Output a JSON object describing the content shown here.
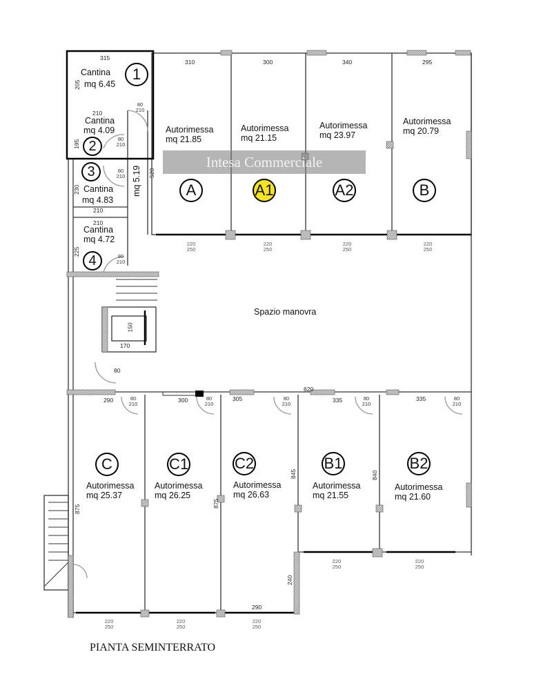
{
  "title": "PIANTA SEMINTERRATO",
  "watermark": "Intesa Commerciale",
  "maneuver_area": "Spazio manovra",
  "corridor_area": "mq 5.19",
  "highlight_color": "#f7e51c",
  "cantine": [
    {
      "num": "1",
      "label": "Cantina",
      "area": "mq 6.45",
      "w": "315",
      "h": "205"
    },
    {
      "num": "2",
      "label": "Cantina",
      "area": "mq 4.09",
      "w": "210",
      "h": "195"
    },
    {
      "num": "3",
      "label": "Cantina",
      "area": "mq 4.83",
      "w": "210",
      "h": "230"
    },
    {
      "num": "4",
      "label": "Cantina",
      "area": "mq 4.72",
      "w": "210",
      "h": "225"
    }
  ],
  "garages": [
    {
      "id": "A",
      "label": "Autorimessa",
      "area": "mq 21.85",
      "w": "310"
    },
    {
      "id": "A1",
      "label": "Autorimessa",
      "area": "mq 21.15",
      "w": "300",
      "highlighted": true
    },
    {
      "id": "A2",
      "label": "Autorimessa",
      "area": "mq 23.97",
      "w": "340"
    },
    {
      "id": "B",
      "label": "Autorimessa",
      "area": "mq 20.79",
      "w": "295"
    },
    {
      "id": "C",
      "label": "Autorimessa",
      "area": "mq 25.37",
      "w": "290"
    },
    {
      "id": "C1",
      "label": "Autorimessa",
      "area": "mq 26.25",
      "w": "300"
    },
    {
      "id": "C2",
      "label": "Autorimessa",
      "area": "mq 26.63",
      "w": "305"
    },
    {
      "id": "B1",
      "label": "Autorimessa",
      "area": "mq 21.55",
      "w": "335"
    },
    {
      "id": "B2",
      "label": "Autorimessa",
      "area": "mq 21.60",
      "w": "335"
    }
  ],
  "dims": {
    "top_depth": "520",
    "door": "80 210",
    "lift_w": "170",
    "lift_h": "150",
    "door_80": "80",
    "d620": "620",
    "d845": "845",
    "d840": "840",
    "d875": "875",
    "d240": "240",
    "d290b": "290",
    "gate": "220 250"
  }
}
